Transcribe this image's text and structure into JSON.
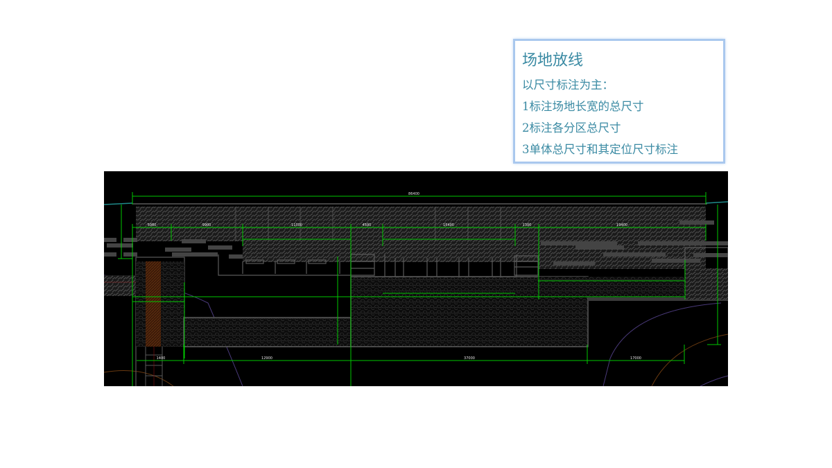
{
  "note": {
    "title": "场地放线",
    "lines": [
      "以尺寸标注为主：",
      "1标注场地长宽的总尺寸",
      "2标注各分区总尺寸",
      "3单体总尺寸和其定位尺寸标注"
    ]
  },
  "drawing": {
    "colors": {
      "background": "#000000",
      "dimension": "#00c800",
      "outline": "#5a5a5a",
      "hatch": "#3a3a3a"
    },
    "overall_dimension": "86400",
    "row1_dimensions": [
      "5080",
      "9900",
      "11300",
      "4500",
      "15400",
      "1300",
      "19400"
    ],
    "bottom_dimensions": [
      "1400",
      "12900",
      "37000",
      "17000"
    ]
  }
}
